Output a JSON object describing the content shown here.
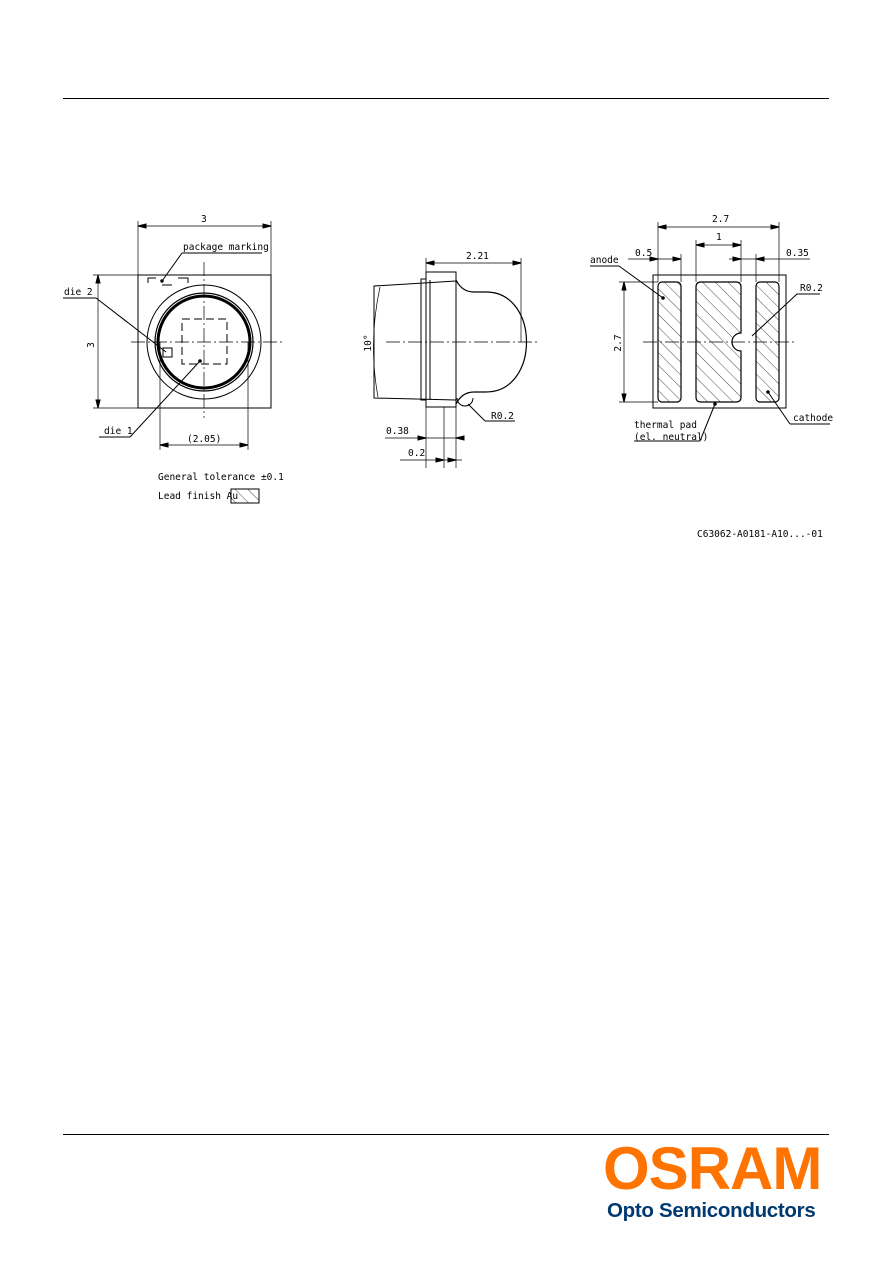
{
  "drawing": {
    "top_view": {
      "width_dim": "3",
      "height_dim": "3",
      "ring_dim": "(2.05)",
      "package_marking": "package marking",
      "die2": "die 2",
      "die1": "die 1"
    },
    "side_view": {
      "length_dim": "2.21",
      "angle_dim": "10°",
      "radius": "R0.2",
      "dim_038": "0.38",
      "dim_02": "0.2"
    },
    "bottom_view": {
      "width_dim": "2.7",
      "height_dim": "2.7",
      "pad_width": "0.5",
      "thermal_width": "1",
      "gap": "0.35",
      "radius": "R0.2",
      "anode": "anode",
      "cathode": "cathode",
      "thermal_pad": "thermal pad",
      "thermal_note": "(el. neutral)"
    },
    "tolerance": "General tolerance ±0.1",
    "lead_finish": "Lead finish Au",
    "drawing_number": "C63062-A0181-A10...-01"
  },
  "logo": {
    "brand": "OSRAM",
    "subtitle": "Opto Semiconductors",
    "brand_color": "#ff7300",
    "subtitle_color": "#003a70"
  }
}
